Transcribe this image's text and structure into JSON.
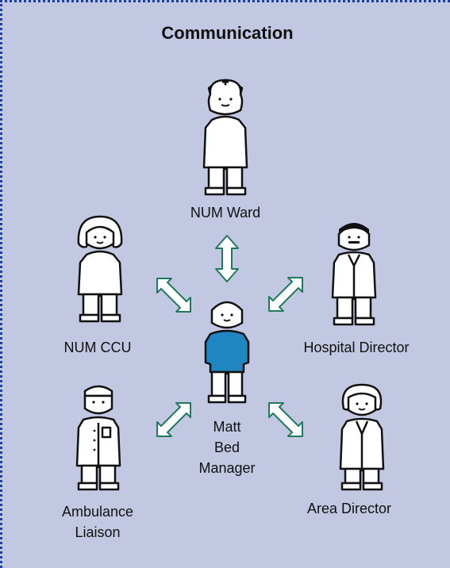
{
  "title": "Communication",
  "people": {
    "num_ward": "NUM Ward",
    "num_ccu": "NUM CCU",
    "hospital_director": "Hospital Director",
    "matt_line1": "Matt",
    "matt_line2": "Bed",
    "matt_line3": "Manager",
    "ambulance_line1": "Ambulance",
    "ambulance_line2": "Liaison",
    "area_director": "Area Director"
  },
  "colors": {
    "background": "#c3c8e2",
    "border": "#1f3f9a",
    "arrow": "#1f7a5c",
    "matt_shirt": "#1f86c2"
  }
}
